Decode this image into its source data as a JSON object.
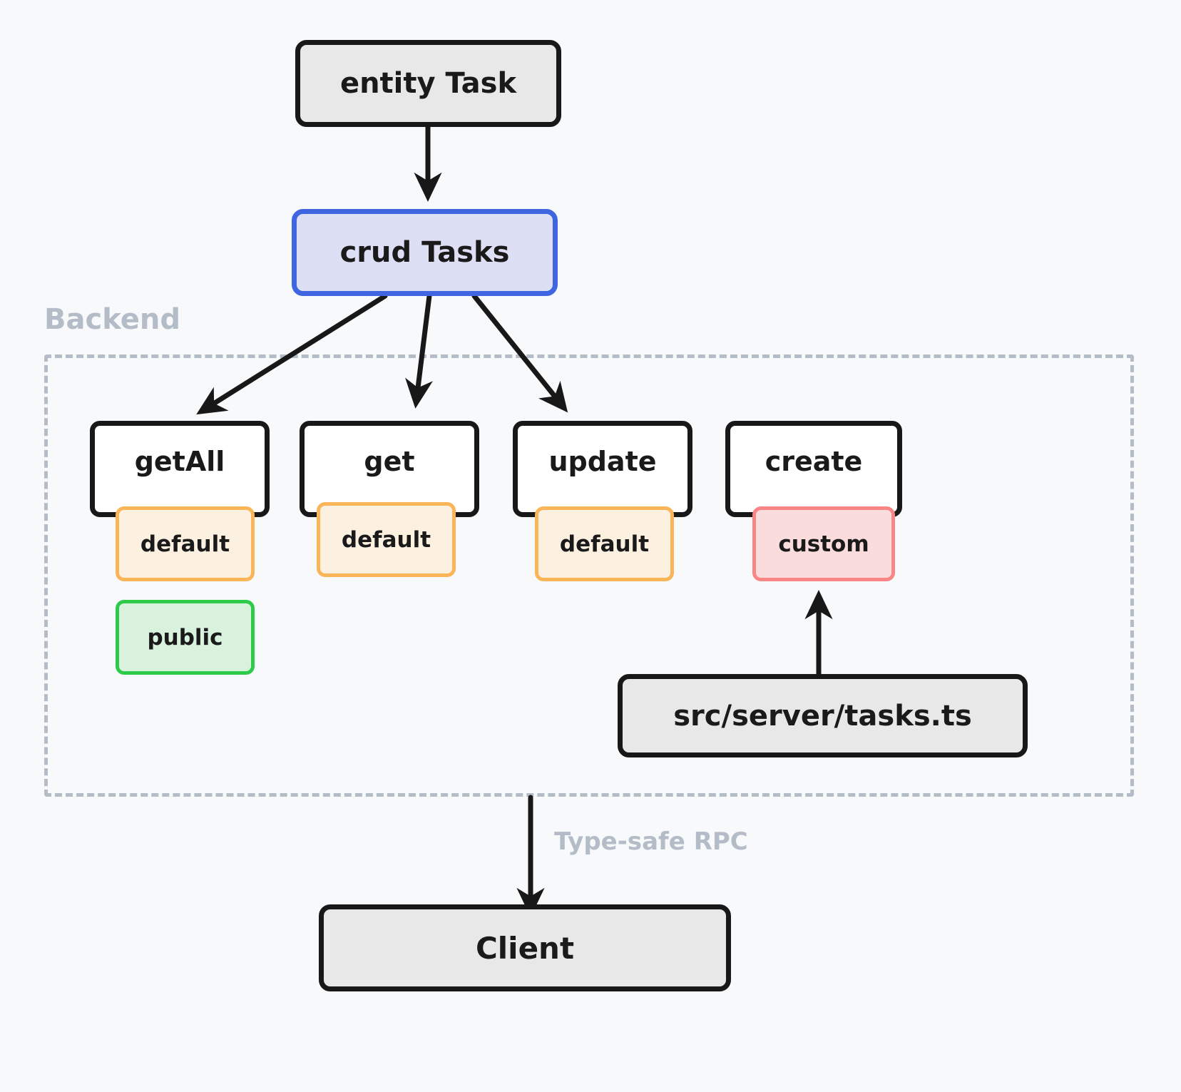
{
  "diagram": {
    "title": "Remult entity CRUD backend-to-client flow",
    "background_color": "#f7f9fb"
  },
  "nodes": {
    "entity": {
      "label": "entity Task",
      "fill": "#e8e8e8",
      "stroke": "#181818"
    },
    "crud": {
      "label": "crud Tasks",
      "fill": "#dde0f5",
      "stroke": "#4065e0"
    },
    "file": {
      "label": "src/server/tasks.ts",
      "fill": "#e8e8e8",
      "stroke": "#181818"
    },
    "client": {
      "label": "Client",
      "fill": "#e8e8e8",
      "stroke": "#181818"
    }
  },
  "group": {
    "label": "Backend",
    "stroke": "#b3bcc7",
    "style": "dashed"
  },
  "methods": [
    {
      "name": "getAll",
      "badges": [
        {
          "label": "default",
          "kind": "default",
          "fill": "#fcf0e1",
          "stroke": "#f9b558"
        },
        {
          "label": "public",
          "kind": "public",
          "fill": "#d8f2dd",
          "stroke": "#2eca4a"
        }
      ]
    },
    {
      "name": "get",
      "badges": [
        {
          "label": "default",
          "kind": "default",
          "fill": "#fcf0e1",
          "stroke": "#f9b558"
        }
      ]
    },
    {
      "name": "update",
      "badges": [
        {
          "label": "default",
          "kind": "default",
          "fill": "#fcf0e1",
          "stroke": "#f9b558"
        }
      ]
    },
    {
      "name": "create",
      "badges": [
        {
          "label": "custom",
          "kind": "custom",
          "fill": "#fadcdc",
          "stroke": "#fa8585"
        }
      ]
    }
  ],
  "edges": [
    {
      "from": "entity",
      "to": "crud",
      "label": ""
    },
    {
      "from": "crud",
      "to": "getAll",
      "label": ""
    },
    {
      "from": "crud",
      "to": "get",
      "label": ""
    },
    {
      "from": "crud",
      "to": "update",
      "label": ""
    },
    {
      "from": "file",
      "to": "create-custom",
      "label": ""
    },
    {
      "from": "backend",
      "to": "client",
      "label": "Type-safe RPC"
    }
  ],
  "edge_labels": {
    "type_safe_rpc": "Type-safe RPC"
  }
}
